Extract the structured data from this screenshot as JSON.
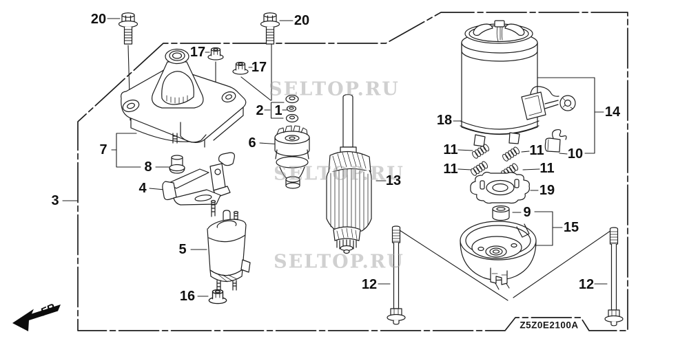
{
  "diagram": {
    "part_code": "Z5Z0E2100A",
    "direction_indicator": "FR.",
    "watermark_text": "SELTOP.RU",
    "callouts": {
      "c20a": "20",
      "c20b": "20",
      "c17a": "17",
      "c17b": "17",
      "c2": "2",
      "c1": "1",
      "c6": "6",
      "c7": "7",
      "c8": "8",
      "c4": "4",
      "c3": "3",
      "c5": "5",
      "c16": "16",
      "c13": "13",
      "c18": "18",
      "c11a": "11",
      "c11b": "11",
      "c11c": "11",
      "c11d": "11",
      "c10": "10",
      "c19": "19",
      "c9": "9",
      "c15": "15",
      "c14": "14",
      "c12a": "12",
      "c12b": "12"
    }
  }
}
